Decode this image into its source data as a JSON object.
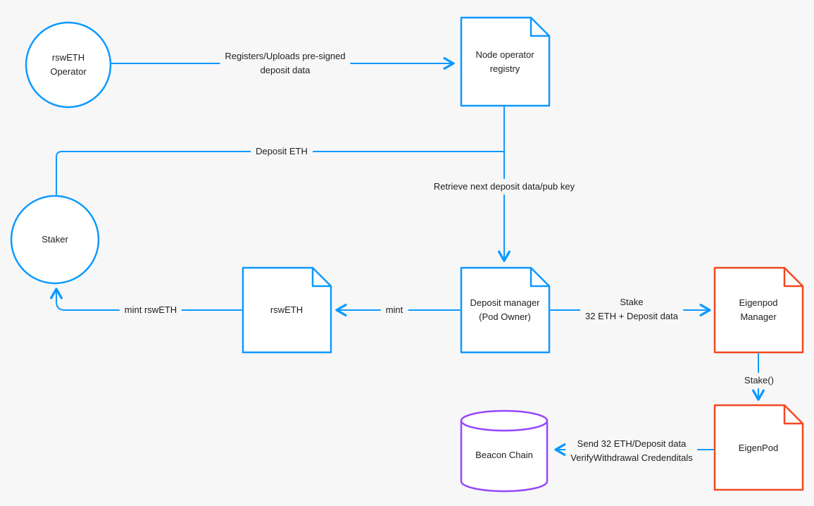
{
  "diagram": {
    "background": "#f7f7f8",
    "colors": {
      "blue": "#0d99ff",
      "red": "#f24822",
      "purple": "#9747ff",
      "text": "#1e1e1e"
    },
    "nodes": {
      "rsweth_operator": {
        "shape": "circle",
        "color": "blue",
        "label": "rswETH\nOperator"
      },
      "node_operator_registry": {
        "shape": "document",
        "color": "blue",
        "label": "Node operator\nregistry"
      },
      "staker": {
        "shape": "circle",
        "color": "blue",
        "label": "Staker"
      },
      "rsweth": {
        "shape": "document",
        "color": "blue",
        "label": "rswETH"
      },
      "deposit_manager": {
        "shape": "document",
        "color": "blue",
        "label": "Deposit manager\n(Pod Owner)"
      },
      "eigenpod_manager": {
        "shape": "document",
        "color": "red",
        "label": "Eigenpod Manager"
      },
      "eigenpod": {
        "shape": "document",
        "color": "red",
        "label": "EigenPod"
      },
      "beacon_chain": {
        "shape": "cylinder",
        "color": "purple",
        "label": "Beacon Chain"
      }
    },
    "edges": {
      "register": {
        "from": "rsweth_operator",
        "to": "node_operator_registry",
        "label": "Registers/Uploads pre-signed\ndeposit data"
      },
      "deposit_eth": {
        "from": "staker",
        "to": "deposit_manager",
        "label": "Deposit ETH"
      },
      "retrieve": {
        "from": "node_operator_registry",
        "to": "deposit_manager",
        "label": "Retrieve next deposit data/pub key"
      },
      "mint": {
        "from": "deposit_manager",
        "to": "rsweth",
        "label": "mint"
      },
      "mint_rsweth": {
        "from": "rsweth",
        "to": "staker",
        "label": "mint rswETH"
      },
      "stake": {
        "from": "deposit_manager",
        "to": "eigenpod_manager",
        "label": "Stake\n32 ETH + Deposit data"
      },
      "stake_call": {
        "from": "eigenpod_manager",
        "to": "eigenpod",
        "label": "Stake()"
      },
      "send_deposit": {
        "from": "eigenpod",
        "to": "beacon_chain",
        "label": "Send 32 ETH/Deposit data\nVerifyWithdrawal Credenditals"
      }
    }
  }
}
